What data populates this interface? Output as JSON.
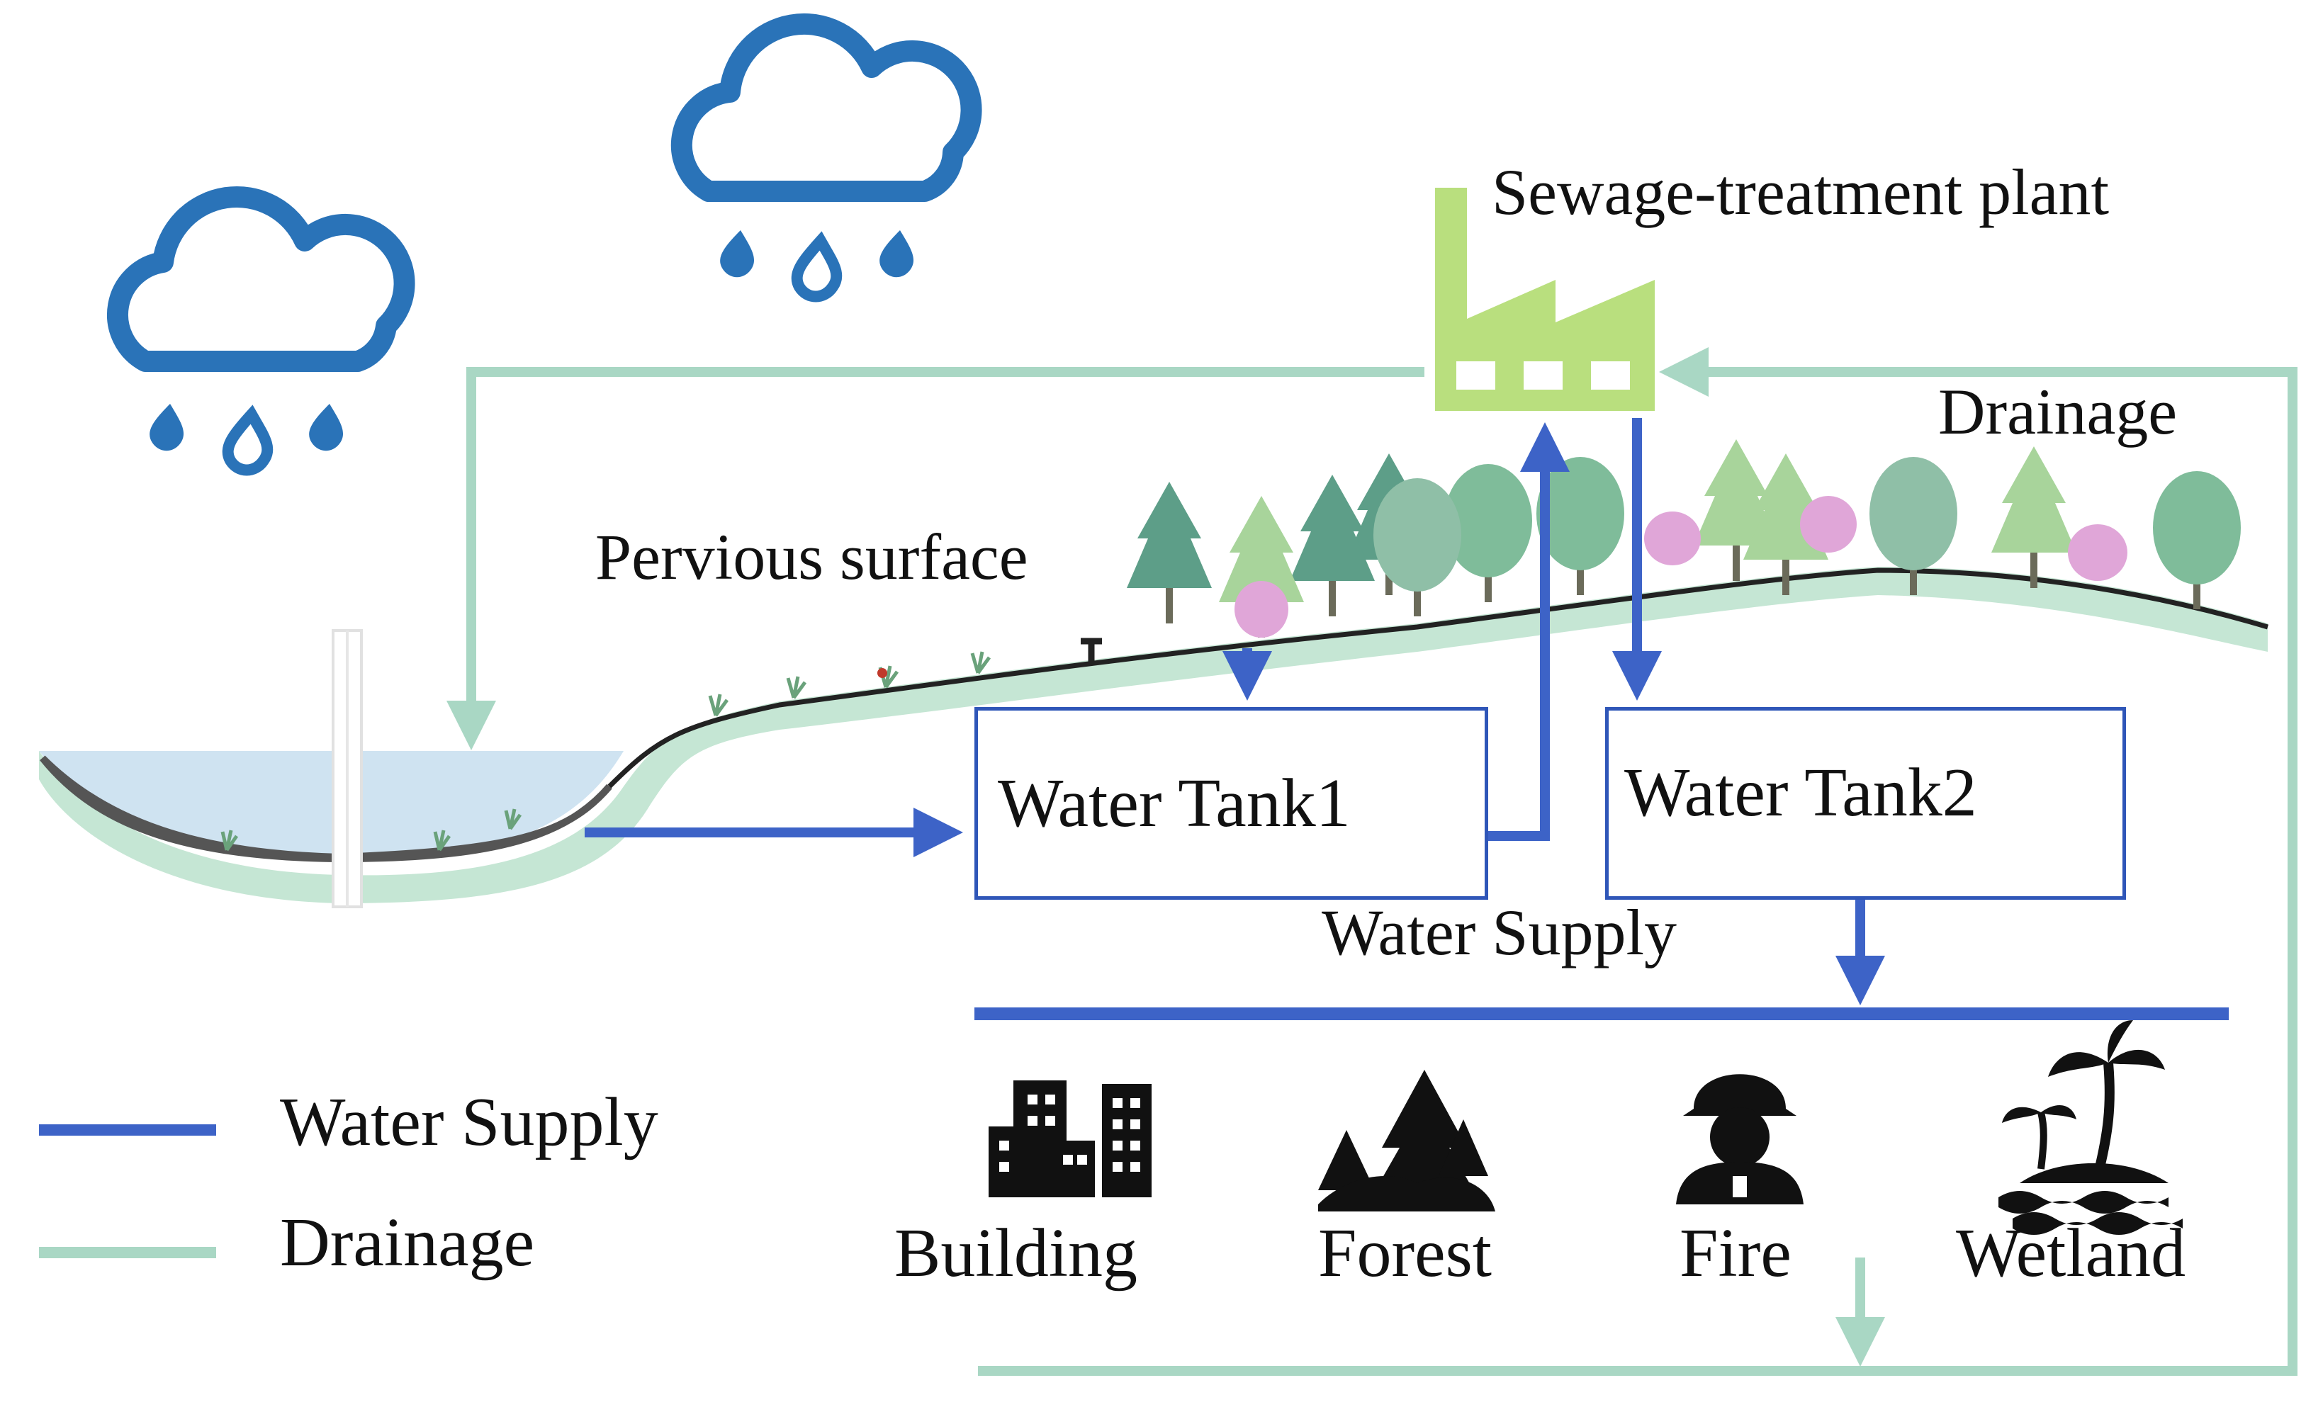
{
  "labels": {
    "sewage_plant": "Sewage-treatment plant",
    "drainage": "Drainage",
    "pervious_surface": "Pervious surface",
    "water_supply": "Water Supply"
  },
  "tanks": {
    "tank1": "Water Tank1",
    "tank2": "Water Tank2"
  },
  "consumers": {
    "building": "Building",
    "forest": "Forest",
    "fire": "Fire",
    "wetland": "Wetland"
  },
  "legend": {
    "water_supply": "Water Supply",
    "drainage": "Drainage"
  },
  "colors": {
    "water_supply": "#3d63c7",
    "drainage": "#a9d7c4",
    "rain_cloud": "#2a73b8",
    "factory": "#b9df7e",
    "ground_fill": "#c5e6d4",
    "pond_water": "#cfe3f1",
    "tree_greens": [
      "#5d9e88",
      "#7fbc9a",
      "#a8d49b"
    ],
    "tree_pink": "#e0a6d8"
  },
  "icons": {
    "rain_cloud_left": "rain-cloud-icon",
    "rain_cloud_right": "rain-cloud-icon",
    "factory": "factory-icon",
    "building": "building-icon",
    "forest": "forest-icon",
    "fire": "firefighter-icon",
    "wetland": "palm-island-icon"
  }
}
